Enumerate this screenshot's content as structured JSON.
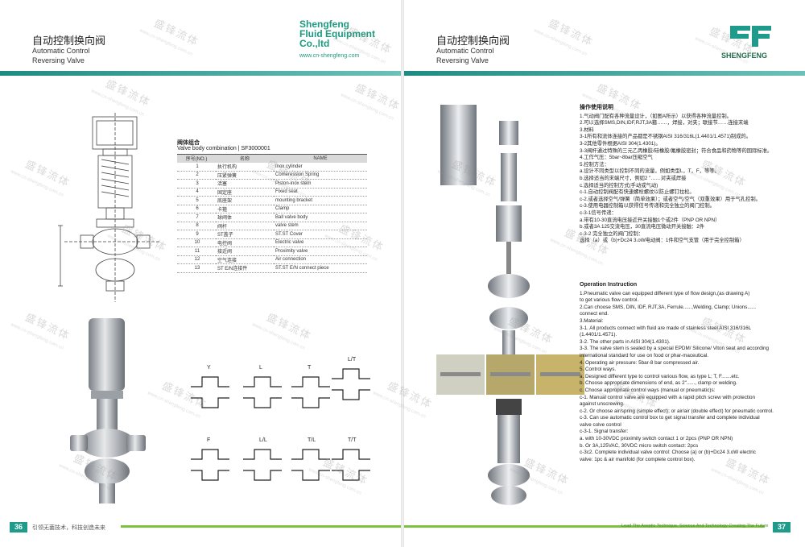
{
  "left_page": {
    "title_cn": "自动控制换向阀",
    "title_en_line1": "Automatic Control",
    "title_en_line2": "Reversing Valve",
    "brand_line1": "Shengfeng",
    "brand_line2": "Fluid Equipment",
    "brand_line3": "Co.,ltd",
    "brand_url": "www.cn-shengfeng.com",
    "table_title": "阀体组合",
    "table_subtitle": "Valve body combination | SF3000001",
    "table_headers": [
      "序号(NO.)",
      "名称",
      "NAME"
    ],
    "table_rows": [
      [
        "1",
        "执行机构",
        "Inox cylinder"
      ],
      [
        "2",
        "压紧弹簧",
        "Comeression Spring"
      ],
      [
        "3",
        "活塞",
        "Piston-inox stem"
      ],
      [
        "4",
        "固定座",
        "Fixed seat"
      ],
      [
        "5",
        "底座架",
        "mounting bracket"
      ],
      [
        "6",
        "卡箍",
        "Clamp"
      ],
      [
        "7",
        "球阀体",
        "Ball valve body"
      ],
      [
        "8",
        "阀杆",
        "valve stem"
      ],
      [
        "9",
        "ST盖子",
        "ST.ST Cover"
      ],
      [
        "10",
        "电控阀",
        "Electric valve"
      ],
      [
        "11",
        "接近阀",
        "Proximity valve"
      ],
      [
        "12",
        "空气连接",
        "Air connection"
      ],
      [
        "13",
        "ST E/N连接件",
        "ST.ST E/N connect piece"
      ]
    ],
    "flow_types": [
      "Y",
      "L",
      "T",
      "L/T",
      "F",
      "L/L",
      "T/L",
      "T/T"
    ],
    "page_number": "36",
    "footer_text": "引领无菌技术，科技创造未来"
  },
  "right_page": {
    "title_cn": "自动控制换向阀",
    "title_en_line1": "Automatic Control",
    "title_en_line2": "Reversing Valve",
    "logo_text": "SHENGFENG",
    "instructions_cn_title": "操作使用说明",
    "instructions_cn": [
      "1.气动阀门配有各种流量设计，（如图A所示）以获得各种流量控制。",
      "2.可以选择SMS,DIN,IDF,RJT,3A箍……，焊接，对夹；联接节……连接末端",
      "3.材料",
      "3-1所有和流体连接的产品都是不锈钢AISI 316/316L(1.4401/1.4571)制成的。",
      "3-2其他零件根据AISI 304(1.4301)。",
      "3-3阀杆通过特殊的三元乙丙橡胶/硅橡胶/氟橡胶密封；符合食品和药物等的国际标准。",
      "4.工作气压：5bar~8bar压缩空气",
      "5.控制方法：",
      "a.设计不同类型以控制不同的流量，例如类型L，T，F，等等。",
      "b.选择适当的末端尺寸，例如2 \"……对夹或焊接",
      "c.选择适当的控制方式(手动或气动)",
      "c-1.自动控制阀配有快速螺栓螺纹以防止螺钉拉松。",
      "c-2.或者选择空气/弹簧（简单效果）；或者空气/空气（双重效果）用于气孔控制。",
      "c-3.使用电器控制箱以获得信号传递和完全独立的阀门控制。",
      "c-3-1信号传递：",
      "a.带有10-30直流电压接近开关接触1个或2件（PNP OR NPN）",
      "b.或者3A 125交流电压，30直流电压微动开关接触：2件",
      "c-3-2 完全独立的阀门控制：",
      "选择（a）或（b)+Dc24 3.oW电动阀：1件和空气支管（用于完全控制箱）"
    ],
    "instructions_en_title": "Operation Instruction",
    "instructions_en": [
      "1.Pneumatic valve can equipped different type of flow design,(as drawing A)",
      "to get various flow control.",
      "2.Can choose SMS, DIN, IDF, RJT,3A, Ferrule......,Welding, Clamp; Unions......",
      "connect end.",
      "3.Material:",
      "3-1. All products connect with fluid are made of stainless steel AISI 316/316L",
      "(1.4401/1.4571).",
      "3-2. The other parts in AISI 304(1.4301).",
      "3-3. The valve stem is sealed by a special EPDM/ Silicone/ Viton seat and according",
      "international standard for use on food or phar-maceutical.",
      "4. Operating air pressure: 5bar-8 bar compressed air.",
      "5. Control ways.",
      "a. Designed different type to control various flow, as type L; T, F.......etc.",
      "b. Choose appropriate dimensions of end, as 2\"......, clamp or welding.",
      "c. Choose appropriate control ways (manual or pneumatic)s:",
      "c-1. Manual control valve are equipped with a rapid pitch screw with protection",
      "against unscrewing.",
      "c-2. Or choose air/spring (simple effect); or air/air (double effect) for pneumatic control.",
      "c-3. Can use automatic control box to get signal transfer and complete individual",
      "valve colve control",
      "c-3-1. Signal transfer:",
      "a. with 10-30VDC proximity switch contact 1 or 2pcs (PNP OR NPN)",
      "b. Or 3A,125VAC, 30VDC micro switch contact: 2pcs",
      "c-3c2. Complete individual valve control: Choose (a) or (b)+Dc24 3.oW electric",
      "valve: 1pc & air manifold (for complete control box)."
    ],
    "page_number": "37",
    "footer_text": "Lead The Aseptic Technique, Science And Technology Creating The Future"
  },
  "watermark_text": "盛锋流体",
  "watermark_url": "www.cn-shengfeng.com.cn",
  "colors": {
    "accent": "#1e9b8a",
    "brand": "#1c9a7e",
    "footer_green": "#7cc142"
  }
}
